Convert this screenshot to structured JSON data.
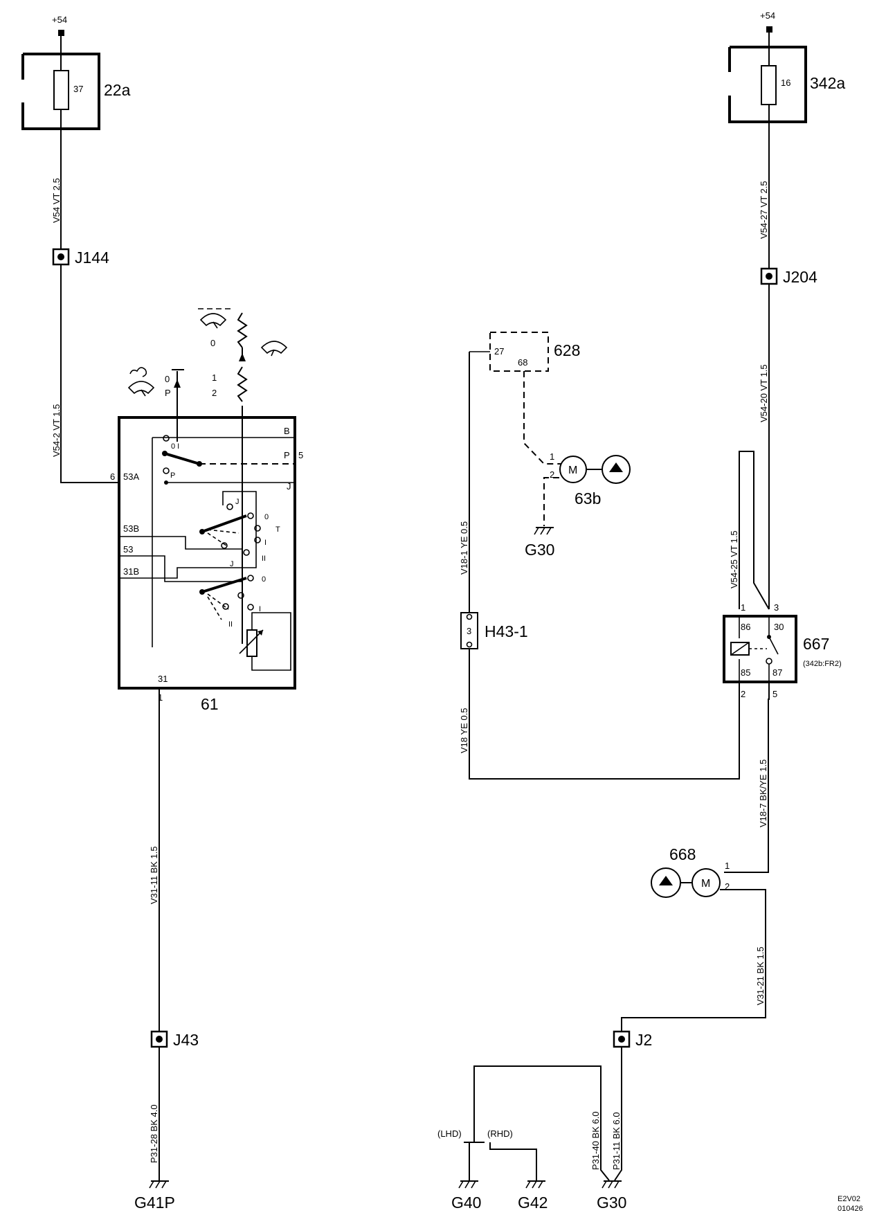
{
  "supplies": {
    "left": {
      "label": "+54",
      "fuse_number": "37",
      "fuse_box_label": "22a"
    },
    "right": {
      "label": "+54",
      "fuse_number": "16",
      "fuse_box_label": "342a"
    }
  },
  "wires": {
    "v54_2_5": "V54  VT  2.5",
    "v54_2_1_5": "V54-2  VT  1.5",
    "v54_27": "V54-27  VT  2.5",
    "v54_20": "V54-20  VT  1.5",
    "v54_25": "V54-25  VT  1.5",
    "v18_1": "V18-1  YE  0.5",
    "v18": "V18  YE  0.5",
    "v18_7": "V18-7  BK/YE  1.5",
    "v31_11": "V31-11  BK  1.5",
    "v31_21": "V31-21  BK  1.5",
    "p31_28": "P31-28  BK  4.0",
    "p31_40": "P31-40  BK  6.0",
    "p31_11": "P31-11  BK  6.0"
  },
  "junctions": {
    "j144": "J144",
    "j204": "J204",
    "j43": "J43",
    "j2": "J2"
  },
  "switch_61": {
    "label": "61",
    "pins": {
      "b": "B",
      "p": "P",
      "p_num": "5",
      "j": "J",
      "six": "6",
      "a53": "53A",
      "b53": "53B",
      "p53": "53",
      "b31": "31B",
      "p31": "31",
      "one": "1",
      "t": "T"
    },
    "positions": {
      "zero": "0",
      "one": "1",
      "two": "2",
      "p": "P",
      "o_i": "0 I",
      "ii": "II",
      "i": "I"
    }
  },
  "module_628": {
    "label": "628",
    "pin_a": "27",
    "pin_b": "68"
  },
  "motor_63b": {
    "label": "63b",
    "symbol": "M",
    "pin1": "1",
    "pin2": "2"
  },
  "motor_668": {
    "label": "668",
    "symbol": "M",
    "pin1": "1",
    "pin2": "2"
  },
  "connector_h43": {
    "label": "H43-1",
    "pin": "3"
  },
  "relay_667": {
    "label": "667",
    "sublabel": "(342b:FR2)",
    "pin86": "86",
    "pin30": "30",
    "pin85": "85",
    "pin87": "87",
    "n1": "1",
    "n3": "3",
    "n2": "2",
    "n5": "5"
  },
  "grounds": {
    "g30_top": "G30",
    "g41p": "G41P",
    "g40": "G40",
    "g42": "G42",
    "g30_bottom": "G30",
    "lhd": "(LHD)",
    "rhd": "(RHD)"
  },
  "footer": {
    "code": "E2V02",
    "number": "010426"
  }
}
